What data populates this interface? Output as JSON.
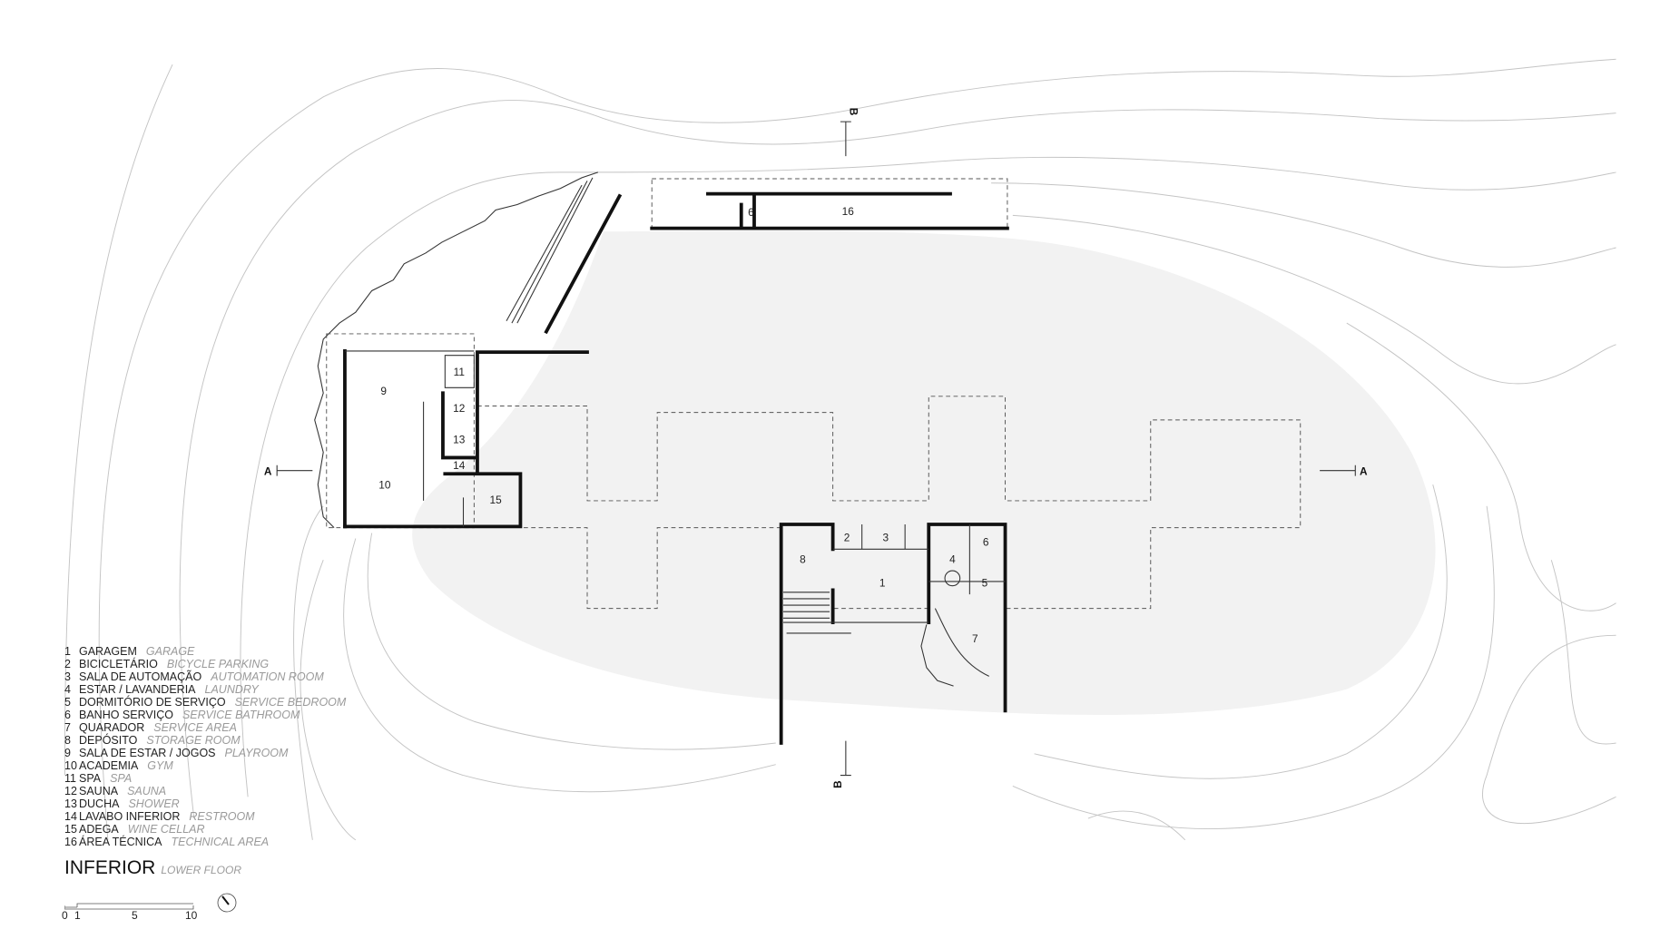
{
  "legend": [
    {
      "num": "1",
      "pt": "GARAGEM",
      "en": "GARAGE"
    },
    {
      "num": "2",
      "pt": "BICICLETÁRIO",
      "en": "BICYCLE PARKING"
    },
    {
      "num": "3",
      "pt": "SALA DE AUTOMAÇÃO",
      "en": "AUTOMATION ROOM"
    },
    {
      "num": "4",
      "pt": "ESTAR / LAVANDERIA",
      "en": "LAUNDRY"
    },
    {
      "num": "5",
      "pt": "DORMITÓRIO DE SERVIÇO",
      "en": "SERVICE BEDROOM"
    },
    {
      "num": "6",
      "pt": "BANHO SERVIÇO",
      "en": "SERVICE BATHROOM"
    },
    {
      "num": "7",
      "pt": "QUARADOR",
      "en": "SERVICE AREA"
    },
    {
      "num": "8",
      "pt": "DEPÓSITO",
      "en": "STORAGE ROOM"
    },
    {
      "num": "9",
      "pt": "SALA DE ESTAR / JOGOS",
      "en": "PLAYROOM"
    },
    {
      "num": "10",
      "pt": "ACADEMIA",
      "en": "GYM"
    },
    {
      "num": "11",
      "pt": "SPA",
      "en": "SPA"
    },
    {
      "num": "12",
      "pt": "SAUNA",
      "en": "SAUNA"
    },
    {
      "num": "13",
      "pt": "DUCHA",
      "en": "SHOWER"
    },
    {
      "num": "14",
      "pt": "LAVABO INFERIOR",
      "en": "RESTROOM"
    },
    {
      "num": "15",
      "pt": "ADEGA",
      "en": "WINE CELLAR"
    },
    {
      "num": "16",
      "pt": "ÁREA TÉCNICA",
      "en": "TECHNICAL AREA"
    }
  ],
  "title": {
    "pt": "INFERIOR",
    "en": "LOWER FLOOR"
  },
  "scale_bar": {
    "ticks": [
      "0",
      "1",
      "5",
      "10"
    ]
  },
  "sections": {
    "a": "A",
    "b": "B"
  },
  "rooms": {
    "r1": "1",
    "r2": "2",
    "r3": "3",
    "r4": "4",
    "r5": "5",
    "r6a": "6",
    "r6b": "6",
    "r7": "7",
    "r8": "8",
    "r9": "9",
    "r10": "10",
    "r11": "11",
    "r12": "12",
    "r13": "13",
    "r14": "14",
    "r15": "15",
    "r16": "16"
  }
}
